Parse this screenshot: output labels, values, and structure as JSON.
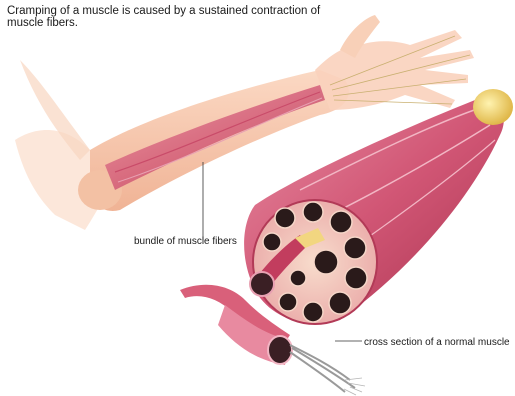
{
  "caption": "Cramping of a muscle is caused by a sustained contraction of muscle fibers.",
  "labels": {
    "bundle": "bundle of muscle fibers",
    "cross_section": "cross section of a normal muscle"
  },
  "colors": {
    "skin": "#f6c7a8",
    "muscle": "#d9607a",
    "muscle_dark": "#b23a57",
    "tendon": "#f2dc7a",
    "fascicle": "#2a1a1a",
    "nerve": "#9a9a9a"
  }
}
